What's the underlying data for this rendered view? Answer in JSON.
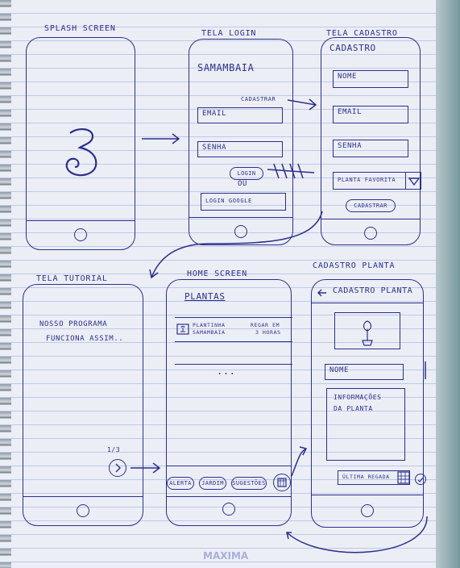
{
  "screens": {
    "splash": {
      "title": "SPLASH SCREEN"
    },
    "login": {
      "title": "TELA LOGIN",
      "app_name": "SAMAMBAIA",
      "cadastrar_link": "CADASTRAR",
      "email": "EMAIL",
      "senha": "SENHA",
      "login_button": "LOGIN",
      "ou": "OU",
      "google_button": "LOGIN GOOGLE"
    },
    "cadastro": {
      "title": "TELA CADASTRO",
      "heading": "CADASTRO",
      "nome": "NOME",
      "email": "EMAIL",
      "senha": "SENHA",
      "planta_favorita": "PLANTA FAVORITA",
      "cadastrar_button": "CADASTRAR"
    },
    "tutorial": {
      "title": "TELA TUTORIAL",
      "text_line1": "NOSSO PROGRAMA",
      "text_line2": "FUNCIONA ASSIM..",
      "page_counter": "1/3"
    },
    "home": {
      "title": "HOME SCREEN",
      "heading": "PLANTAS",
      "item_name": "PLANTINHA",
      "item_sub": "SAMAMBAIA",
      "item_time1": "REGAR EM",
      "item_time2": "3 HORAS",
      "more": "...",
      "nav": [
        "ALERTA",
        "JARDIM",
        "SUGESTÕES"
      ]
    },
    "cadastro_planta": {
      "title": "CADASTRO PLANTA",
      "heading": "CADASTRO PLANTA",
      "nome": "NOME",
      "info_line1": "INFORMAÇÕES",
      "info_line2": "DA PLANTA",
      "ultima_regada": "ÚLTIMA REGADA"
    }
  },
  "brand_watermark": "MAXIMA",
  "colors": {
    "ink": "#2b2f8a",
    "paper": "#eceef6",
    "ruling": "#bfc9e8"
  }
}
